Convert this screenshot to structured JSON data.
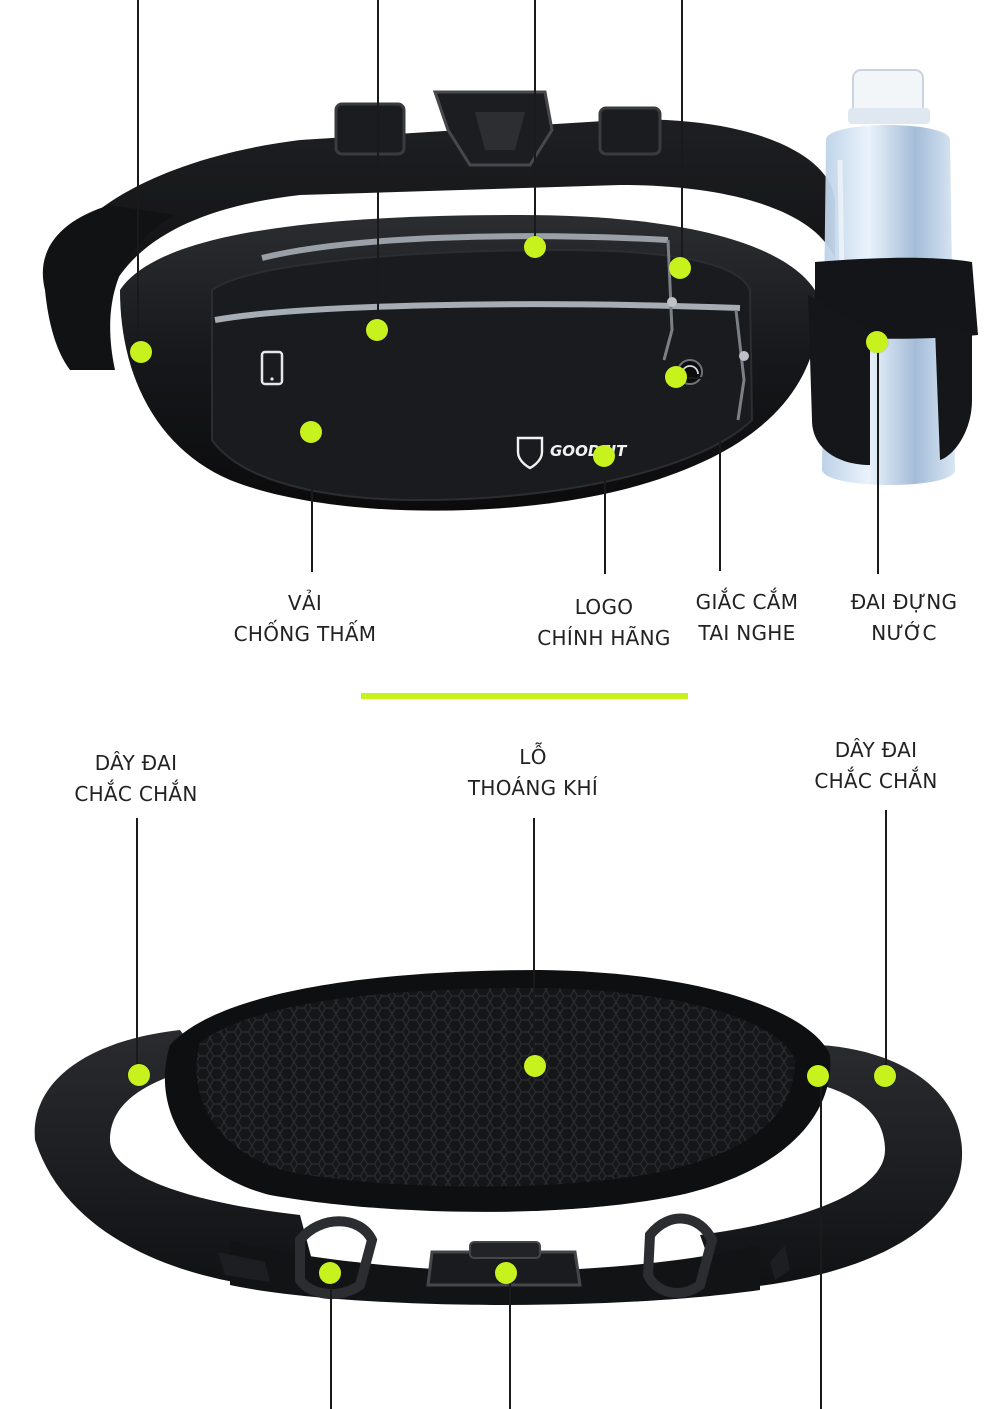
{
  "brand": {
    "logo_text": "GOODFIT",
    "accent_color": "#c7f21d"
  },
  "top_section": {
    "labels": [
      {
        "id": "fabric",
        "line1": "VẢI",
        "line2": "CHỐNG THẤM"
      },
      {
        "id": "logo",
        "line1": "LOGO",
        "line2": "CHÍNH HÃNG"
      },
      {
        "id": "headphone",
        "line1": "GIẮC CẮM",
        "line2": "TAI NGHE"
      },
      {
        "id": "bottle",
        "line1": "ĐAI ĐỰNG",
        "line2": "NƯỚC"
      }
    ],
    "icons": [
      "phone-icon",
      "headphone-jack-icon",
      "water-bottle",
      "buckle-icon"
    ]
  },
  "bottom_section": {
    "labels": [
      {
        "id": "strap-left",
        "line1": "DÂY ĐAI",
        "line2": "CHẮC CHẮN"
      },
      {
        "id": "vent",
        "line1": "LỖ",
        "line2": "THOÁNG KHÍ"
      },
      {
        "id": "strap-right",
        "line1": "DÂY ĐAI",
        "line2": "CHẮC CHẮN"
      }
    ]
  }
}
